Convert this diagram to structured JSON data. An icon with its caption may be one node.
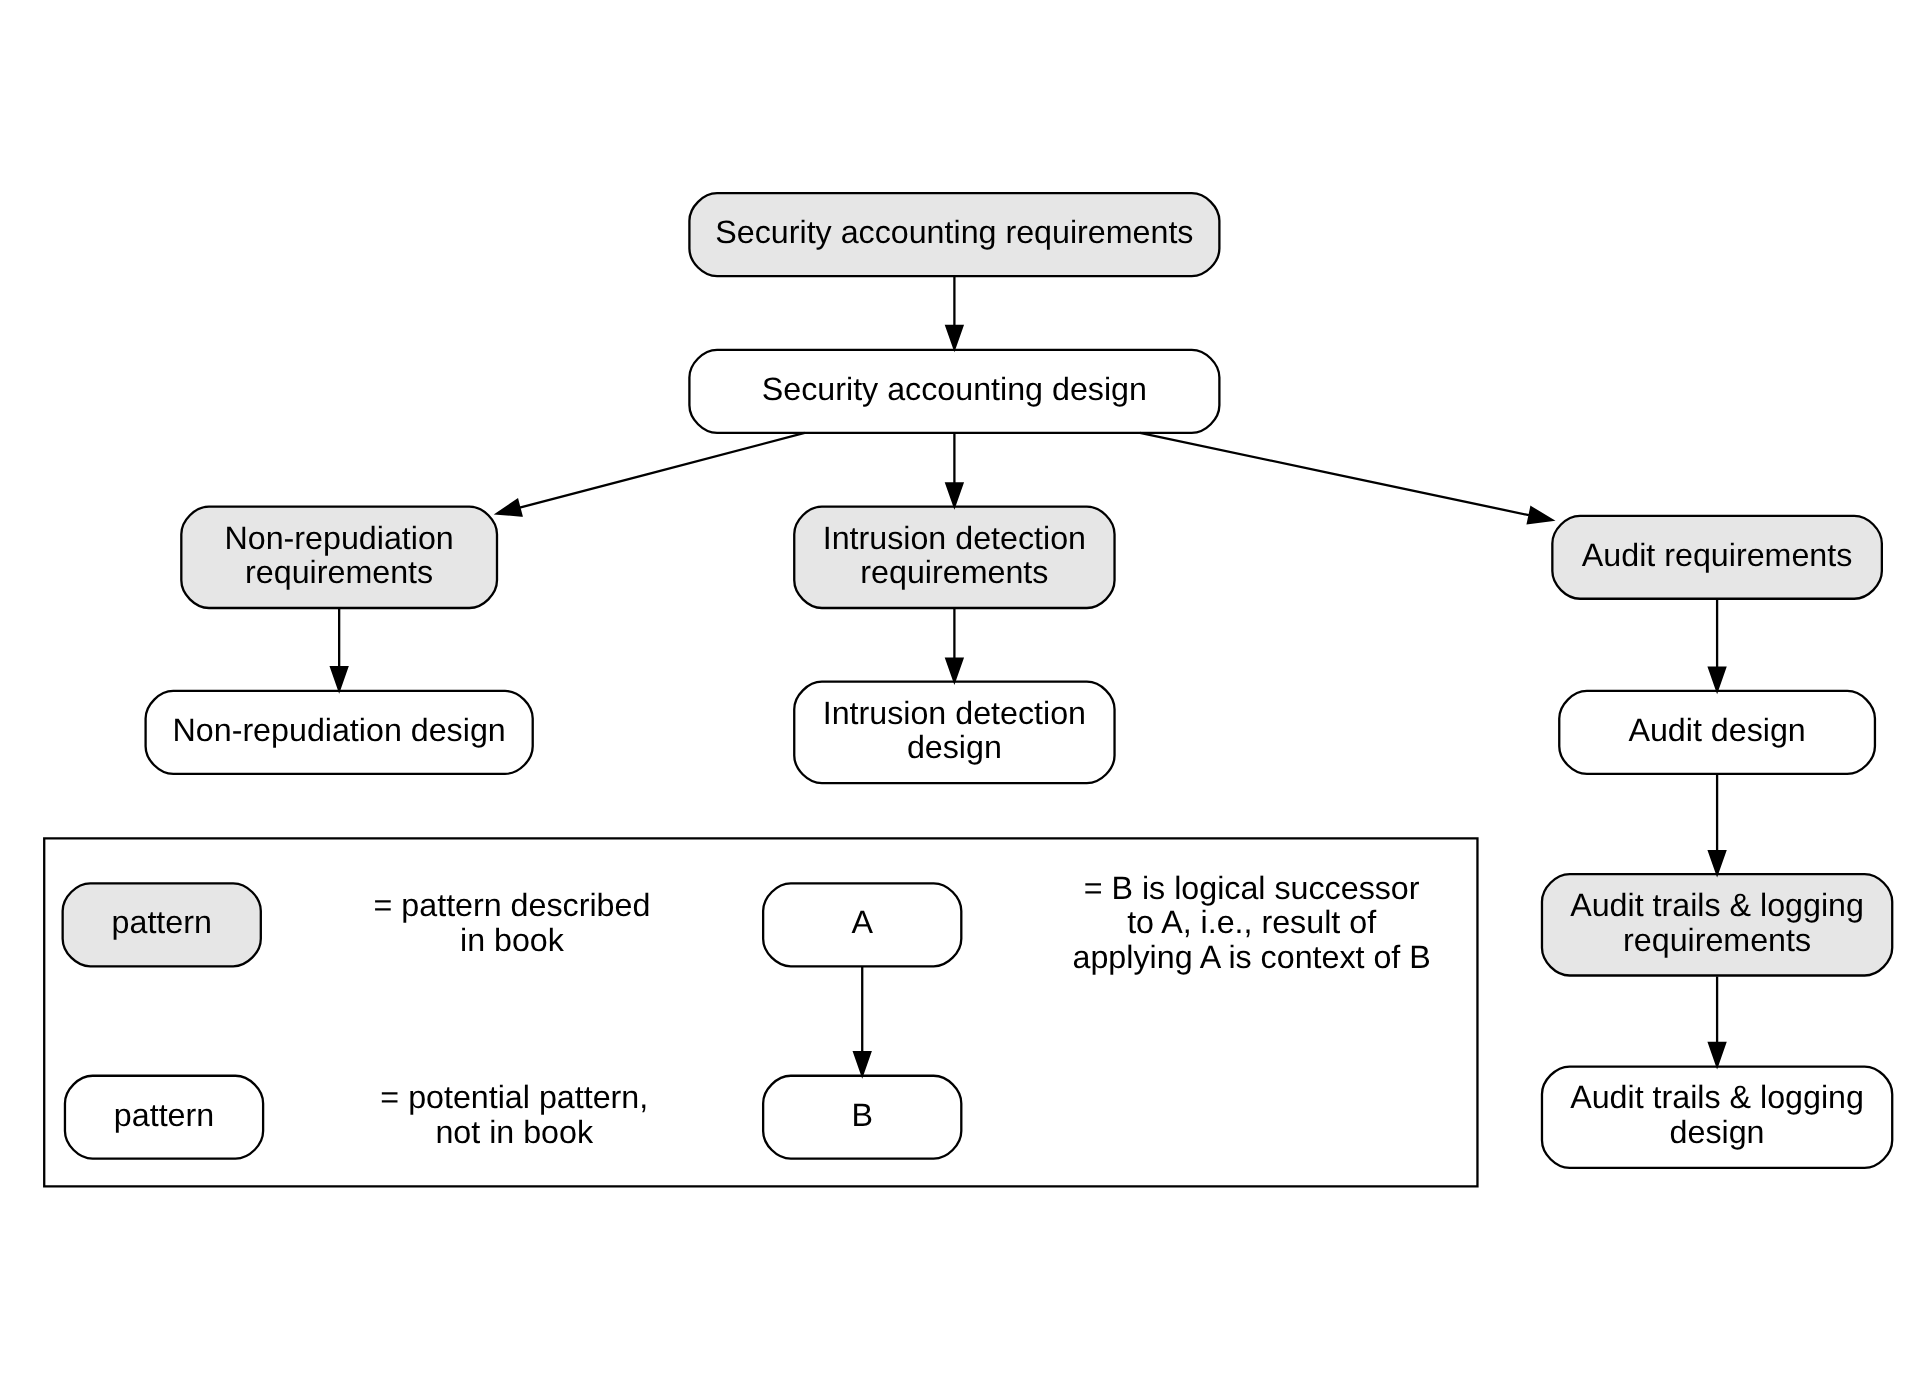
{
  "diagram": {
    "nodes": [
      {
        "text": [
          "Security accounting requirements"
        ]
      },
      {
        "text": [
          "Security accounting design"
        ]
      },
      {
        "text": [
          "Non-repudiation requirements"
        ]
      },
      {
        "text": [
          "Intrusion detection requirements"
        ]
      },
      {
        "text": [
          "Audit requirements"
        ]
      },
      {
        "text": [
          "Non-repudiation design"
        ]
      },
      {
        "text": [
          "Intrusion detection design"
        ]
      },
      {
        "text": [
          "Audit design"
        ]
      },
      {
        "text": [
          "Audit trails & logging requirements"
        ]
      },
      {
        "text": [
          "Audit trails & logging design"
        ]
      },
      {
        "text": [],
        "shape": "box"
      },
      {
        "text": [
          "pattern"
        ],
        "in": 10
      },
      {
        "text": [
          "pattern"
        ],
        "in": 10
      },
      {
        "text": [
          "A"
        ],
        "in": 10
      },
      {
        "text": [
          "B"
        ],
        "in": 10
      }
    ],
    "edges": [
      {
        "from": 0,
        "to": 1,
        "arrow": "to"
      },
      {
        "from": 1,
        "to": 2,
        "arrow": "to"
      },
      {
        "from": 1,
        "to": 3,
        "arrow": "to"
      },
      {
        "from": 1,
        "to": 4,
        "arrow": "to"
      },
      {
        "from": 2,
        "to": 5,
        "arrow": "to"
      },
      {
        "from": 3,
        "to": 6,
        "arrow": "to"
      },
      {
        "from": 4,
        "to": 7,
        "arrow": "to"
      },
      {
        "from": 7,
        "to": 8,
        "arrow": "to"
      },
      {
        "from": 8,
        "to": 9,
        "arrow": "to"
      },
      {
        "from": 13,
        "to": 14,
        "arrow": "to"
      }
    ],
    "labels": [
      "= pattern described in book",
      "= potential pattern, not in book",
      "= B is logical successor to A, i.e., result of applying A is context of B"
    ]
  }
}
